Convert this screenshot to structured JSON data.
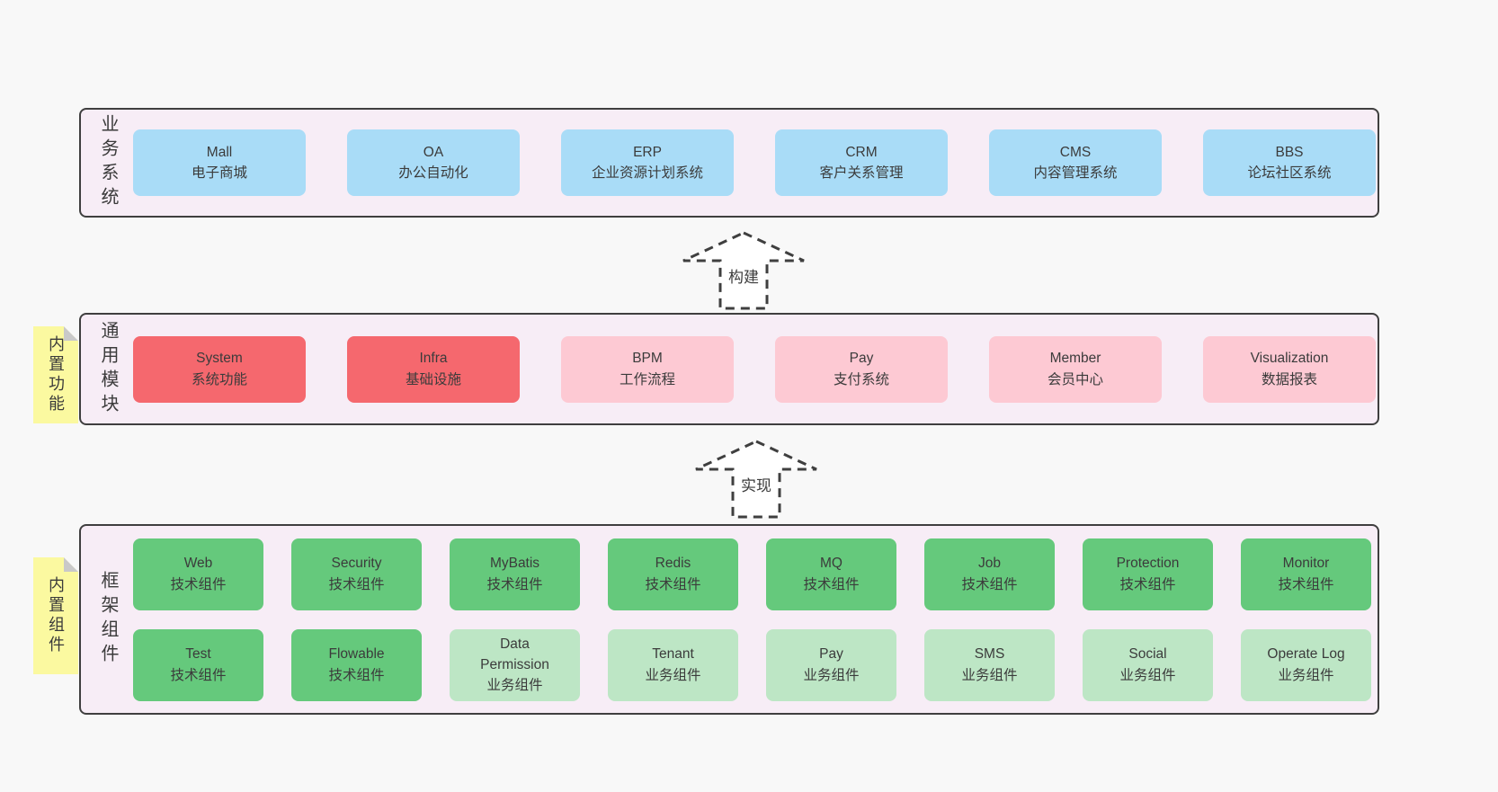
{
  "colors": {
    "page_bg": "#f8f8f8",
    "layer_bg": "#f7edf6",
    "layer_border": "#3f3f3f",
    "box_blue": "#a9dcf7",
    "box_red": "#f5686e",
    "box_pink": "#fdc9d3",
    "box_green": "#65c97c",
    "box_light_green": "#bde6c5",
    "sticky_yellow": "#fbf9a0",
    "sticky_fold_gray": "#c9c9c9",
    "text": "#3b3b3b"
  },
  "layers": [
    {
      "label": "业务系统",
      "boxes": [
        {
          "title": "Mall",
          "subtitle": "电子商城",
          "variant": "blue"
        },
        {
          "title": "OA",
          "subtitle": "办公自动化",
          "variant": "blue"
        },
        {
          "title": "ERP",
          "subtitle": "企业资源计划系统",
          "variant": "blue"
        },
        {
          "title": "CRM",
          "subtitle": "客户关系管理",
          "variant": "blue"
        },
        {
          "title": "CMS",
          "subtitle": "内容管理系统",
          "variant": "blue"
        },
        {
          "title": "BBS",
          "subtitle": "论坛社区系统",
          "variant": "blue"
        }
      ]
    },
    {
      "label": "通用模块",
      "sticky": "内置功能",
      "boxes": [
        {
          "title": "System",
          "subtitle": "系统功能",
          "variant": "red"
        },
        {
          "title": "Infra",
          "subtitle": "基础设施",
          "variant": "red"
        },
        {
          "title": "BPM",
          "subtitle": "工作流程",
          "variant": "pink"
        },
        {
          "title": "Pay",
          "subtitle": "支付系统",
          "variant": "pink"
        },
        {
          "title": "Member",
          "subtitle": "会员中心",
          "variant": "pink"
        },
        {
          "title": "Visualization",
          "subtitle": "数据报表",
          "variant": "pink"
        }
      ]
    },
    {
      "label": "框架组件",
      "sticky": "内置组件",
      "rows": [
        {
          "boxes": [
            {
              "title": "Web",
              "subtitle": "技术组件",
              "variant": "green"
            },
            {
              "title": "Security",
              "subtitle": "技术组件",
              "variant": "green"
            },
            {
              "title": "MyBatis",
              "subtitle": "技术组件",
              "variant": "green"
            },
            {
              "title": "Redis",
              "subtitle": "技术组件",
              "variant": "green"
            },
            {
              "title": "MQ",
              "subtitle": "技术组件",
              "variant": "green"
            },
            {
              "title": "Job",
              "subtitle": "技术组件",
              "variant": "green"
            },
            {
              "title": "Protection",
              "subtitle": "技术组件",
              "variant": "green"
            },
            {
              "title": "Monitor",
              "subtitle": "技术组件",
              "variant": "green"
            }
          ]
        },
        {
          "boxes": [
            {
              "title": "Test",
              "subtitle": "技术组件",
              "variant": "green"
            },
            {
              "title": "Flowable",
              "subtitle": "技术组件",
              "variant": "green"
            },
            {
              "title": "Data\nPermission",
              "subtitle": "业务组件",
              "variant": "lightgreen"
            },
            {
              "title": "Tenant",
              "subtitle": "业务组件",
              "variant": "lightgreen"
            },
            {
              "title": "Pay",
              "subtitle": "业务组件",
              "variant": "lightgreen"
            },
            {
              "title": "SMS",
              "subtitle": "业务组件",
              "variant": "lightgreen"
            },
            {
              "title": "Social",
              "subtitle": "业务组件",
              "variant": "lightgreen"
            },
            {
              "title": "Operate Log",
              "subtitle": "业务组件",
              "variant": "lightgreen"
            }
          ]
        }
      ]
    }
  ],
  "arrows": [
    {
      "label": "构建"
    },
    {
      "label": "实现"
    }
  ]
}
